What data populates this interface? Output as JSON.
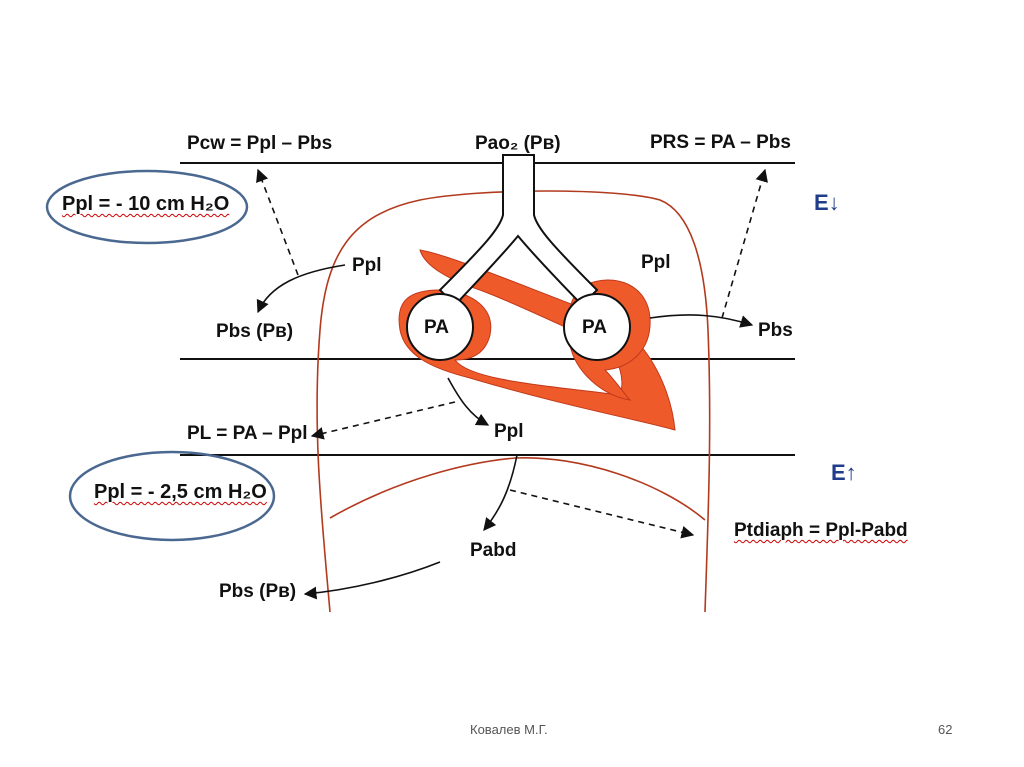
{
  "labels": {
    "pcw": "Pcw = Ppl – Pbs",
    "pao2": "Pao₂ (Pв)",
    "prs": "PRS = PA – Pbs",
    "ppl_top": "Ppl = - 10 cm H₂O",
    "e_down": "E↓",
    "ppl_left": "Ppl",
    "ppl_right": "Ppl",
    "pbs_pb_upper": "Pbs (Pв)",
    "pa_left": "PA",
    "pa_right": "PA",
    "pbs_right": "Pbs",
    "pl": "PL = PA – Ppl",
    "ppl_center": "Ppl",
    "e_up": "E↑",
    "ppl_bottom": "Ppl = - 2,5 cm H₂O",
    "ptdiaph": "Ptdiaph = Ppl-Pabd",
    "pabd": "Pabd",
    "pbs_pb_lower": "Pbs (Pв)"
  },
  "footer": {
    "author": "Ковалев М.Г.",
    "page_number": "62"
  },
  "colors": {
    "lung": "#ef5a2a",
    "lung_outline": "#c0391b",
    "chest_wall": "#b23a1e",
    "ellipse": "#4a6890",
    "line": "#111111"
  }
}
